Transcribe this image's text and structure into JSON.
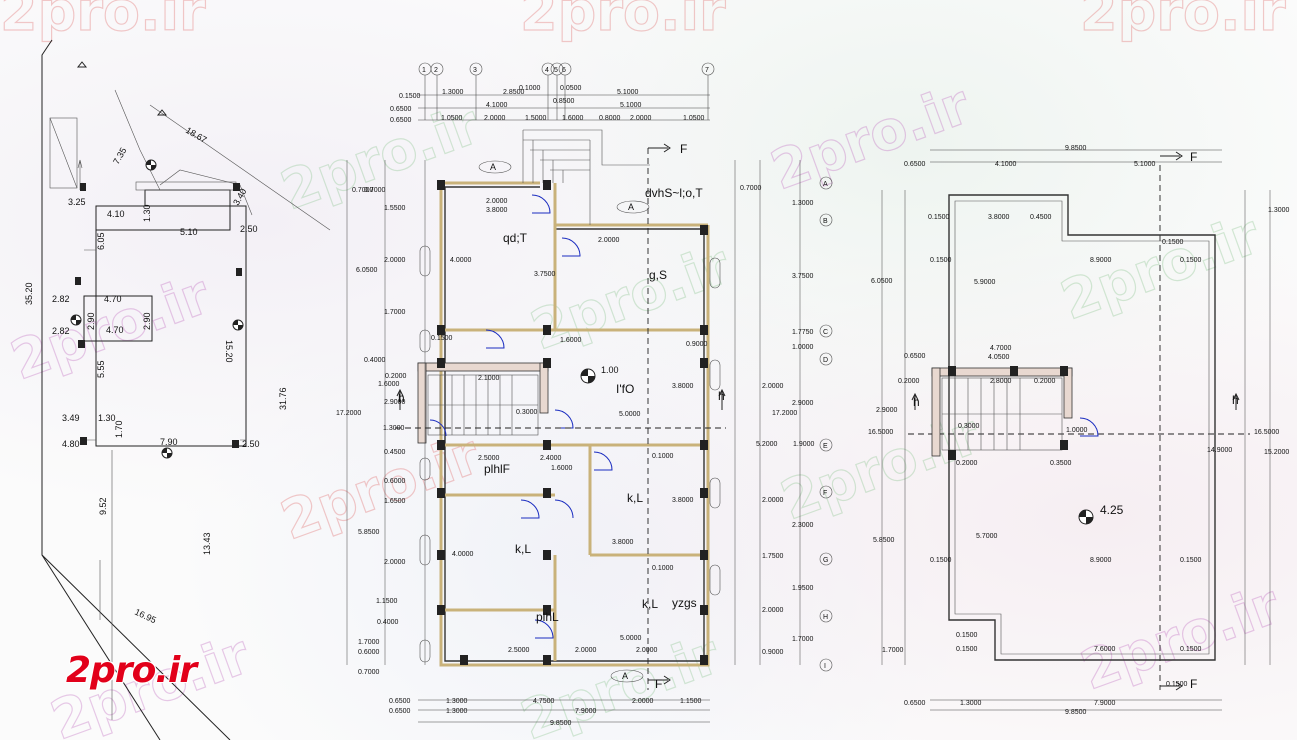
{
  "watermark": "2pro.ir",
  "logo": "2pro.ir",
  "site_plan": {
    "labels": [
      "3.25",
      "4.10",
      "5.10",
      "3.40",
      "1.30",
      "2.50",
      "6.05",
      "7.35",
      "18.67",
      "35.20",
      "2.82",
      "4.70",
      "2.90",
      "2.90",
      "2.82",
      "4.70",
      "15.20",
      "5.55",
      "3.49",
      "1.30",
      "1.70",
      "4.80",
      "7.90",
      "2.50",
      "31.76",
      "9.52",
      "13.43",
      "16.95"
    ]
  },
  "ground_plan": {
    "grid_cols": [
      "1",
      "2",
      "3",
      "4",
      "5",
      "6",
      "7"
    ],
    "grid_rows": [
      "A",
      "B",
      "C",
      "D",
      "E",
      "F",
      "G",
      "H",
      "I"
    ],
    "top_dims_row1": [
      "0.1500",
      "1.3000",
      "2.8500",
      "0.1000",
      "0.0500",
      "5.1000"
    ],
    "top_dims_row2": [
      "0.6500",
      "4.1000",
      "0.8500",
      "5.1000"
    ],
    "top_dims_row3": [
      "0.6500",
      "1.0500",
      "2.0000",
      "1.5000",
      "1.6000",
      "0.8000",
      "2.0000",
      "1.0500"
    ],
    "left_dims": [
      "0.7000",
      "0.7000",
      "1.5500",
      "6.0500",
      "2.0000",
      "1.7000",
      "0.4000",
      "1.6000",
      "2.9000",
      "17.2000",
      "1.3000",
      "0.4500",
      "0.6000",
      "1.6500",
      "5.8500",
      "2.0000",
      "1.1500",
      "0.4000",
      "1.7000",
      "0.6000",
      "0.7000"
    ],
    "right_dims": [
      "0.7000",
      "1.3000",
      "3.7500",
      "1.7750",
      "1.0000",
      "2.0000",
      "2.9000",
      "17.2000",
      "1.9000",
      "5.2000",
      "2.0000",
      "2.3000",
      "1.7500",
      "1.9500",
      "2.0000",
      "1.7000",
      "0.9000"
    ],
    "room_labels": [
      "dvhS~l;o,T",
      "qd;T",
      "g,S",
      "plhlF",
      "k,L",
      "k,L",
      "k,L",
      "yzgs",
      "plhL",
      "I'fO"
    ],
    "section_marks": [
      "F",
      "F",
      "A",
      "A",
      "A"
    ],
    "level": "1.00",
    "stair_h": "h",
    "bottom_dims_row1": [
      "0.6500",
      "1.3000",
      "4.7500",
      "2.0000",
      "1.1500"
    ],
    "bottom_dims_row2": [
      "0.6500",
      "1.3000",
      "7.9000"
    ],
    "bottom_total": "9.8500",
    "inner": [
      "2.0000",
      "3.8000",
      "3.7500",
      "2.0000",
      "4.0000",
      "1.6000",
      "5.0000",
      "3.8000",
      "2.5000",
      "2.4000",
      "2.1000",
      "1.6000",
      "3.8000",
      "4.0000",
      "3.8000",
      "5.0000",
      "2.5000",
      "2.0000",
      "2.0000",
      "0.1000",
      "0.3000",
      "0.9000",
      "0.2000",
      "0.1500",
      "0.1000"
    ]
  },
  "roof_plan": {
    "top_total": "9.8500",
    "top_dims": [
      "0.6500",
      "4.1000",
      "5.1000"
    ],
    "left_dims": [
      "6.0500",
      "2.9000",
      "16.5000",
      "5.8500",
      "1.7000"
    ],
    "right_dims": [
      "1.3000",
      "16.5000",
      "15.2000",
      "14.9000"
    ],
    "inner": [
      "0.1500",
      "3.8000",
      "0.4500",
      "0.1500",
      "8.9000",
      "0.1500",
      "0.1500",
      "5.9000",
      "4.7000",
      "4.0500",
      "0.6500",
      "0.2000",
      "2.8000",
      "0.2000",
      "1.0000",
      "0.3500",
      "0.2000",
      "0.3000",
      "5.7000",
      "0.1500",
      "8.9000",
      "0.1500",
      "0.1500",
      "7.6000",
      "0.1500",
      "0.1500",
      "0.1500"
    ],
    "bottom_dims": [
      "0.6500",
      "1.3000",
      "7.9000"
    ],
    "bottom_total": "9.8500",
    "level": "4.25",
    "section_mark": "F",
    "stair_h": "h"
  }
}
